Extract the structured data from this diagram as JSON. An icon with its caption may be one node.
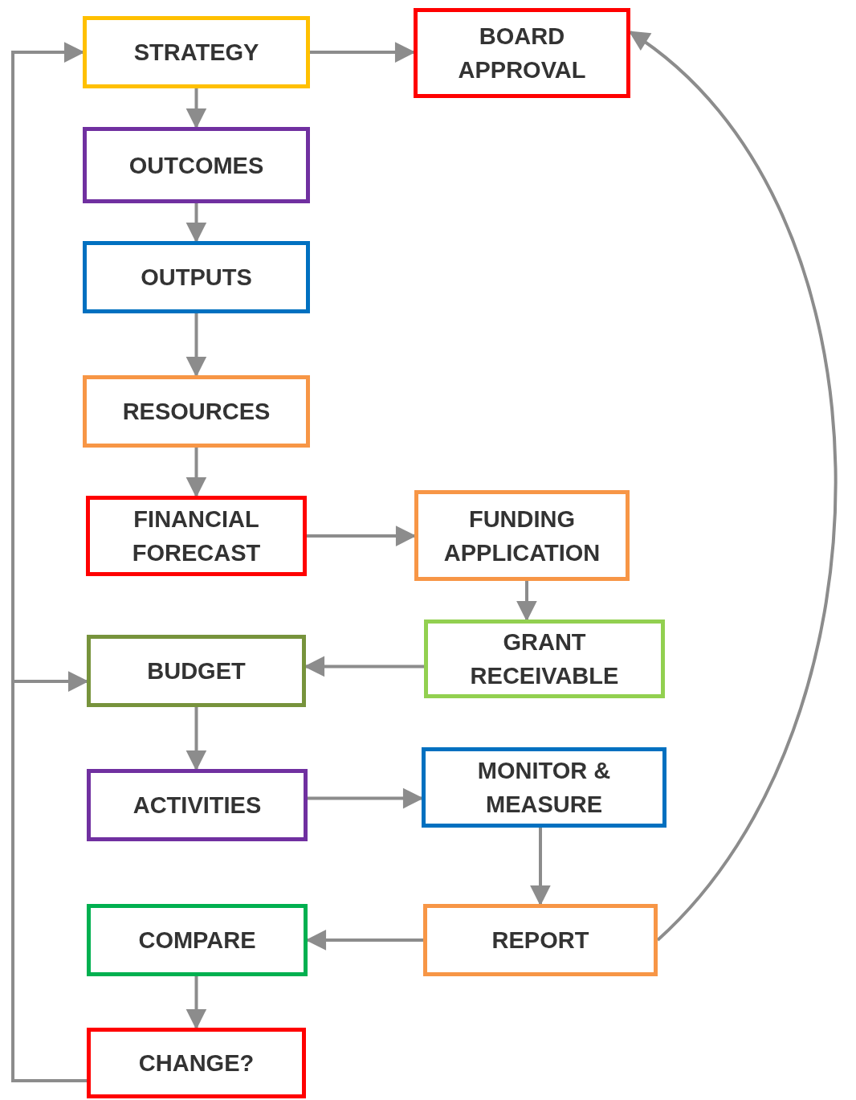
{
  "diagram": {
    "nodes": [
      {
        "text": [
          "STRATEGY"
        ]
      },
      {
        "text": [
          "BOARD APPROVAL"
        ]
      },
      {
        "text": [
          "OUTCOMES"
        ]
      },
      {
        "text": [
          "OUTPUTS"
        ]
      },
      {
        "text": [
          "RESOURCES"
        ]
      },
      {
        "text": [
          "FINANCIAL FORECAST"
        ]
      },
      {
        "text": [
          "FUNDING APPLICATION"
        ]
      },
      {
        "text": [
          "GRANT RECEIVABLE"
        ]
      },
      {
        "text": [
          "BUDGET"
        ]
      },
      {
        "text": [
          "ACTIVITIES"
        ]
      },
      {
        "text": [
          "MONITOR & MEASURE"
        ]
      },
      {
        "text": [
          "REPORT"
        ]
      },
      {
        "text": [
          "COMPARE"
        ]
      },
      {
        "text": [
          "CHANGE?"
        ]
      }
    ],
    "edges": [
      {
        "from": 0,
        "to": 1,
        "arrow": "to"
      },
      {
        "from": 0,
        "to": 2,
        "arrow": "to"
      },
      {
        "from": 2,
        "to": 3,
        "arrow": "to"
      },
      {
        "from": 3,
        "to": 4,
        "arrow": "to"
      },
      {
        "from": 4,
        "to": 5,
        "arrow": "to"
      },
      {
        "from": 5,
        "to": 6,
        "arrow": "to"
      },
      {
        "from": 6,
        "to": 7,
        "arrow": "to"
      },
      {
        "from": 7,
        "to": 8,
        "arrow": "to"
      },
      {
        "from": 8,
        "to": 9,
        "arrow": "to"
      },
      {
        "from": 9,
        "to": 10,
        "arrow": "to"
      },
      {
        "from": 10,
        "to": 11,
        "arrow": "to"
      },
      {
        "from": 11,
        "to": 12,
        "arrow": "to"
      },
      {
        "from": 12,
        "to": 13,
        "arrow": "to"
      },
      {
        "from": 11,
        "to": 1,
        "arrow": "to"
      },
      {
        "from": 13,
        "to": 0,
        "arrow": "to"
      },
      {
        "from": 13,
        "to": 8,
        "arrow": "to"
      }
    ]
  }
}
